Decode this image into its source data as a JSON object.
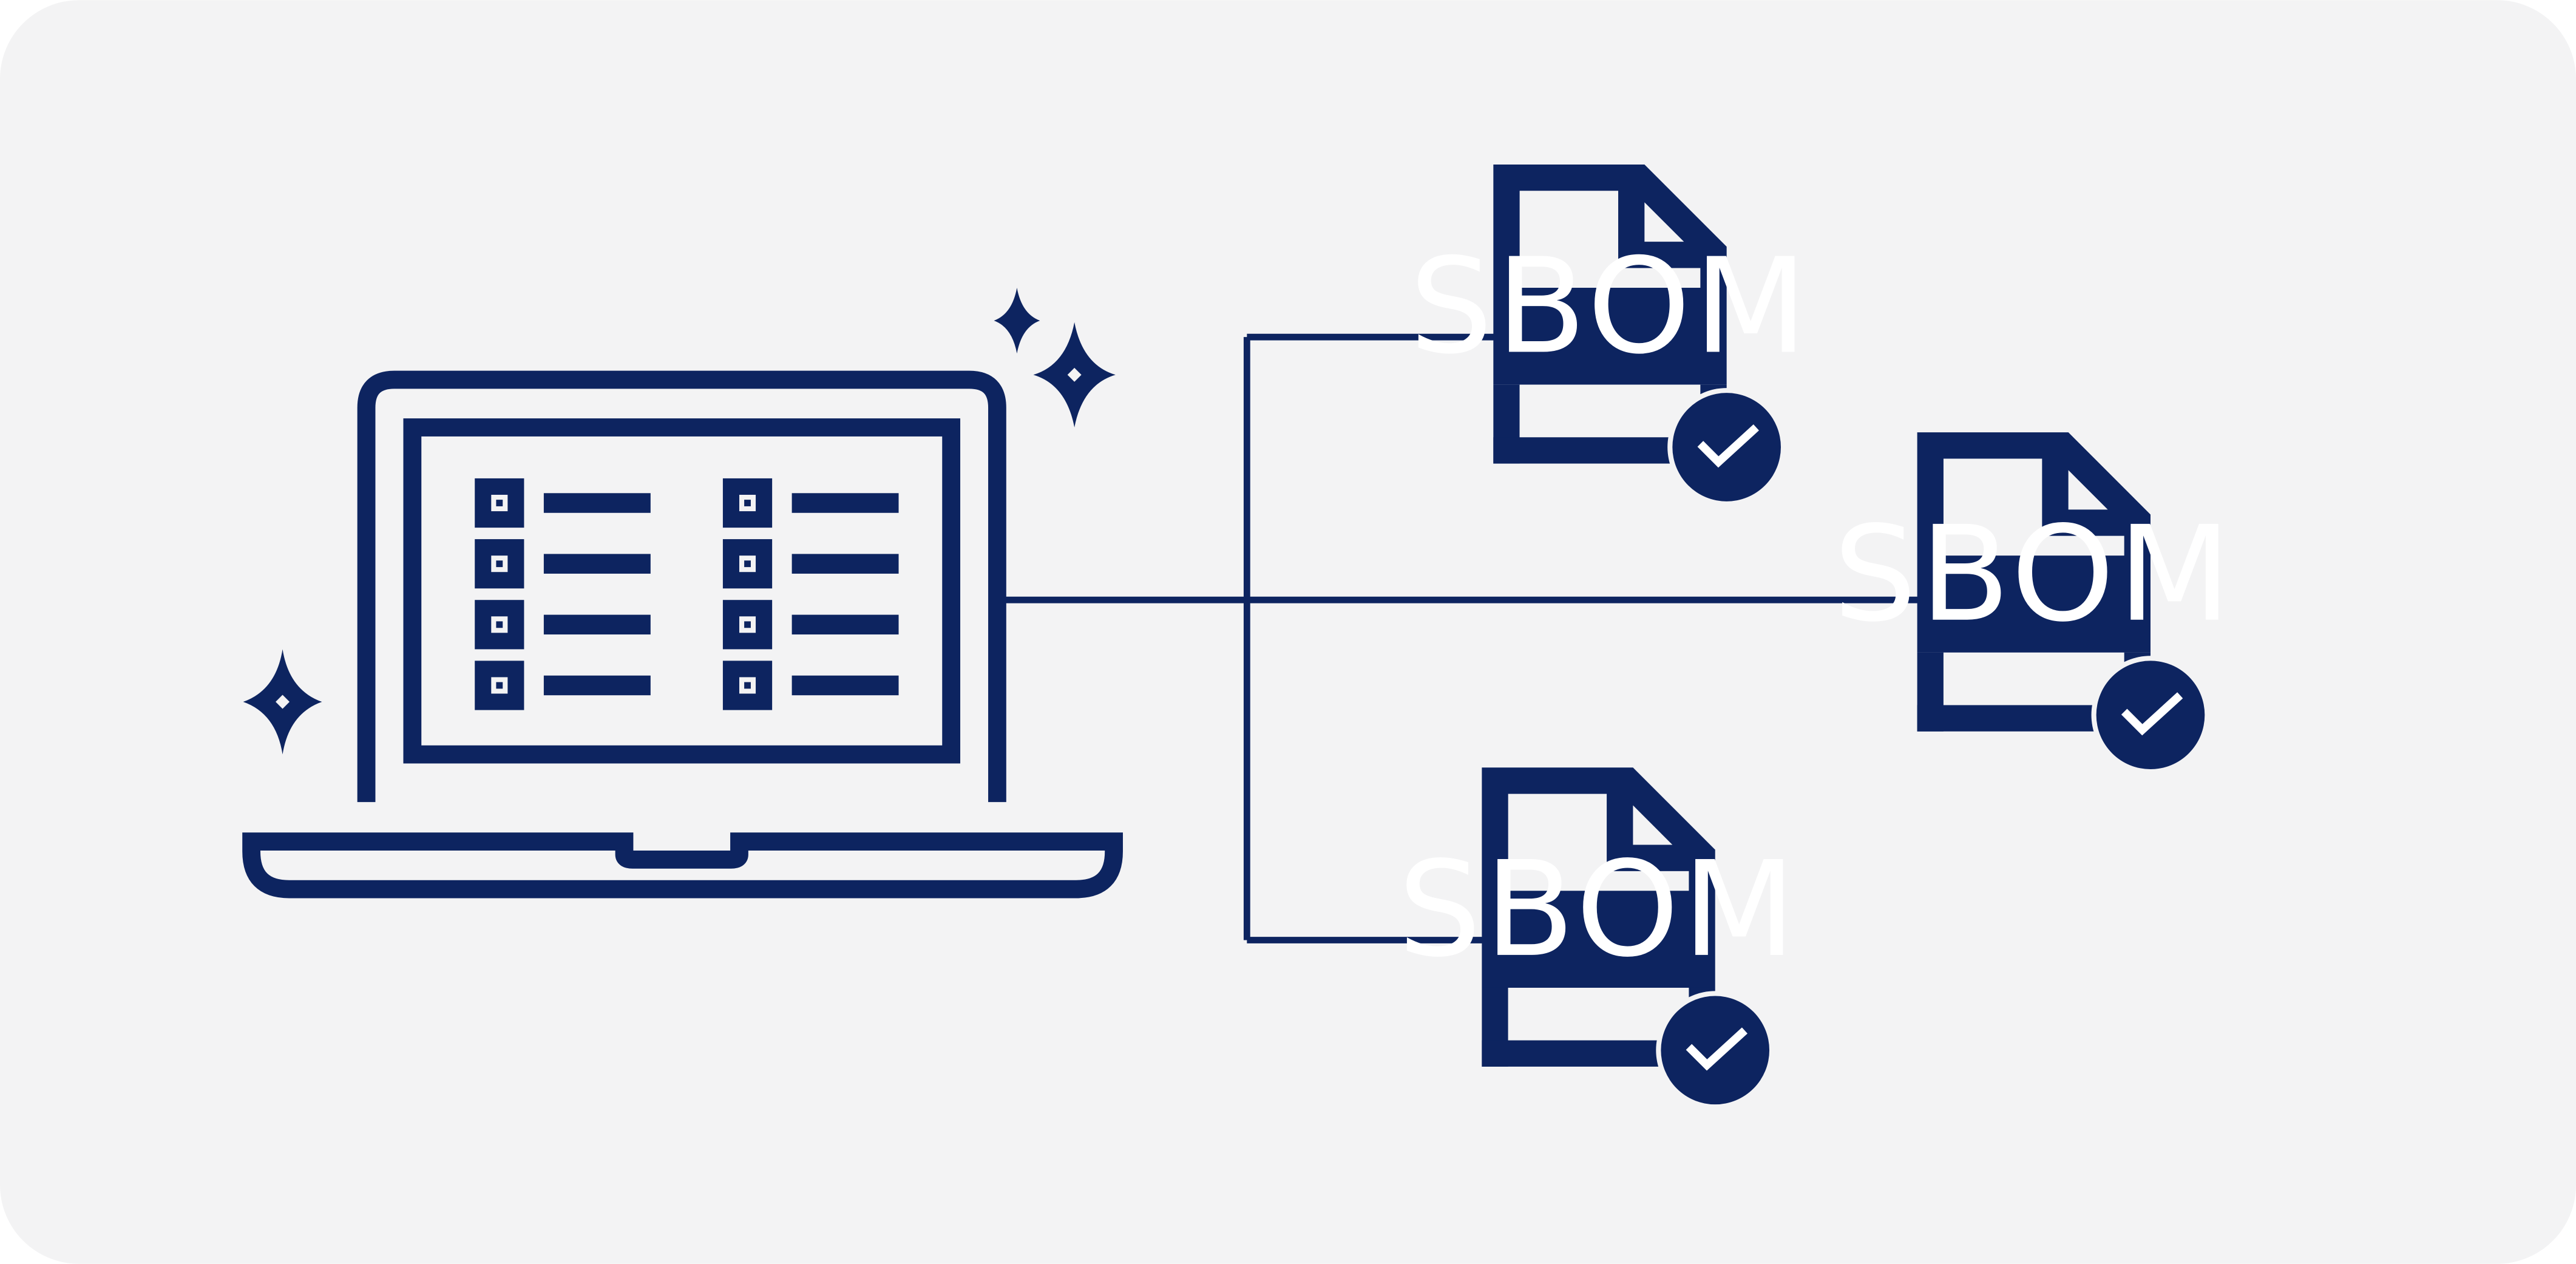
{
  "colors": {
    "background": "#f3f3f4",
    "primary": "#0d2460",
    "on_primary": "#ffffff"
  },
  "laptop": {
    "list_rows_per_column": 4,
    "list_columns": 2
  },
  "documents": [
    {
      "label": "SBOM",
      "status": "verified",
      "icon": "checkmark-icon"
    },
    {
      "label": "SBOM",
      "status": "verified",
      "icon": "checkmark-icon"
    },
    {
      "label": "SBOM",
      "status": "verified",
      "icon": "checkmark-icon"
    }
  ]
}
